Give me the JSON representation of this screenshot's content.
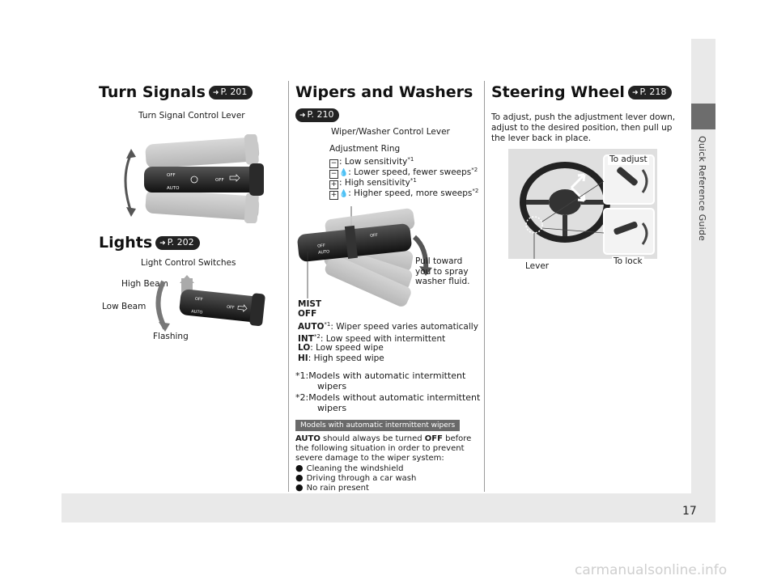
{
  "page": {
    "number": "17",
    "side_label": "Quick Reference Guide",
    "watermark": "carmanualsonline.info"
  },
  "turn_signals": {
    "title": "Turn Signals",
    "ref": "P. 201",
    "lever_label": "Turn Signal Control Lever"
  },
  "lights": {
    "title": "Lights",
    "ref": "P. 202",
    "switch_label": "Light Control Switches",
    "high_beam": "High Beam",
    "low_beam": "Low Beam",
    "flashing": "Flashing"
  },
  "wipers": {
    "title": "Wipers and Washers",
    "ref": "P. 210",
    "lever_label": "Wiper/Washer Control Lever",
    "ring_title": "Adjustment Ring",
    "ring_items": [
      {
        "key": "−",
        "drop": false,
        "text": ": Low sensitivity",
        "note": "*1"
      },
      {
        "key": "−",
        "drop": true,
        "text": ": Lower speed, fewer sweeps",
        "note": "*2"
      },
      {
        "key": "+",
        "drop": false,
        "text": ": High sensitivity",
        "note": "*1"
      },
      {
        "key": "+",
        "drop": true,
        "text": ": Higher speed, more sweeps",
        "note": "*2"
      }
    ],
    "pull_note": "Pull toward\nyou to spray\nwasher fluid.",
    "modes": {
      "mist": "MIST",
      "off": "OFF",
      "auto_label": "AUTO",
      "auto_note": "*1",
      "auto_text": ": Wiper speed varies automatically",
      "int_label": "INT",
      "int_note": "*2",
      "int_text": ": Low speed with intermittent",
      "lo_label": "LO",
      "lo_text": ": Low speed wipe",
      "hi_label": "HI",
      "hi_text": ": High speed wipe"
    },
    "footnote1_a": "*1:Models with automatic intermittent",
    "footnote1_b": "wipers",
    "footnote2_a": "*2:Models without automatic intermittent",
    "footnote2_b": "wipers",
    "badge": "Models with automatic intermittent wipers",
    "warn_auto": "AUTO",
    "warn_mid1": " should always be turned ",
    "warn_off": "OFF",
    "warn_mid2": " before",
    "warn_line2": "the following situation in order to prevent",
    "warn_line3": "severe damage to the wiper system:",
    "bullets": [
      "Cleaning the windshield",
      "Driving through a car wash",
      "No rain present"
    ]
  },
  "steering": {
    "title": "Steering Wheel",
    "ref": "P. 218",
    "desc": [
      "To adjust, push the adjustment lever down,",
      "adjust to the desired position, then pull up",
      "the lever back in place."
    ],
    "to_adjust": "To adjust",
    "to_lock": "To lock",
    "lever": "Lever"
  },
  "lever_text": {
    "off": "OFF",
    "auto": "AUTO"
  },
  "colors": {
    "badge": "#6a6a6a",
    "ref_pill": "#222222",
    "side_tab": "#6d6d6d"
  }
}
